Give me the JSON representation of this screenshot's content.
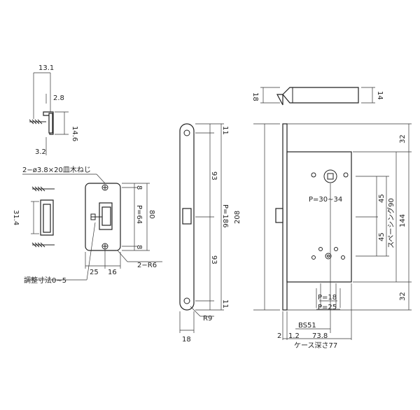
{
  "labels": {
    "strike_thickness": "13.1",
    "strike_lip": "2.8",
    "strike_height": "14.6",
    "strike_offset": "3.2",
    "screw_spec": "2−ø3.8×20皿木ねじ",
    "strike_box_depth": "31.4",
    "strike_pitch": "P=64",
    "strike_length": "80",
    "strike_margin_top": "8",
    "strike_margin_bottom": "8",
    "strike_width_25": "25",
    "strike_width_16": "16",
    "strike_radius": "2−R6",
    "adjustment": "調整寸法0∼5",
    "faceplate_top_margin": "11",
    "faceplate_upper": "93",
    "faceplate_pitch": "P=186",
    "faceplate_lower": "93",
    "faceplate_bottom_margin": "11",
    "faceplate_radius": "R9",
    "faceplate_width": "18",
    "latch_height": "18",
    "latch_width": "14",
    "case_height": "208",
    "case_top": "32",
    "case_bottom": "32",
    "case_middle": "144",
    "spacing_upper": "45",
    "spacing_lower": "45",
    "spacing_label": "スペーシング90",
    "spindle_pitch": "P=30∼34",
    "cyl_pitch_18": "P=18",
    "cyl_pitch_25": "P=25",
    "backset": "BS51",
    "dim_2": "2",
    "dim_1_2": "1.2",
    "dim_73_8": "73.8",
    "case_depth": "ケース深さ77"
  },
  "icons": {
    "screw": "wood-screw-icon",
    "cross_slot": "phillips-head-icon"
  }
}
